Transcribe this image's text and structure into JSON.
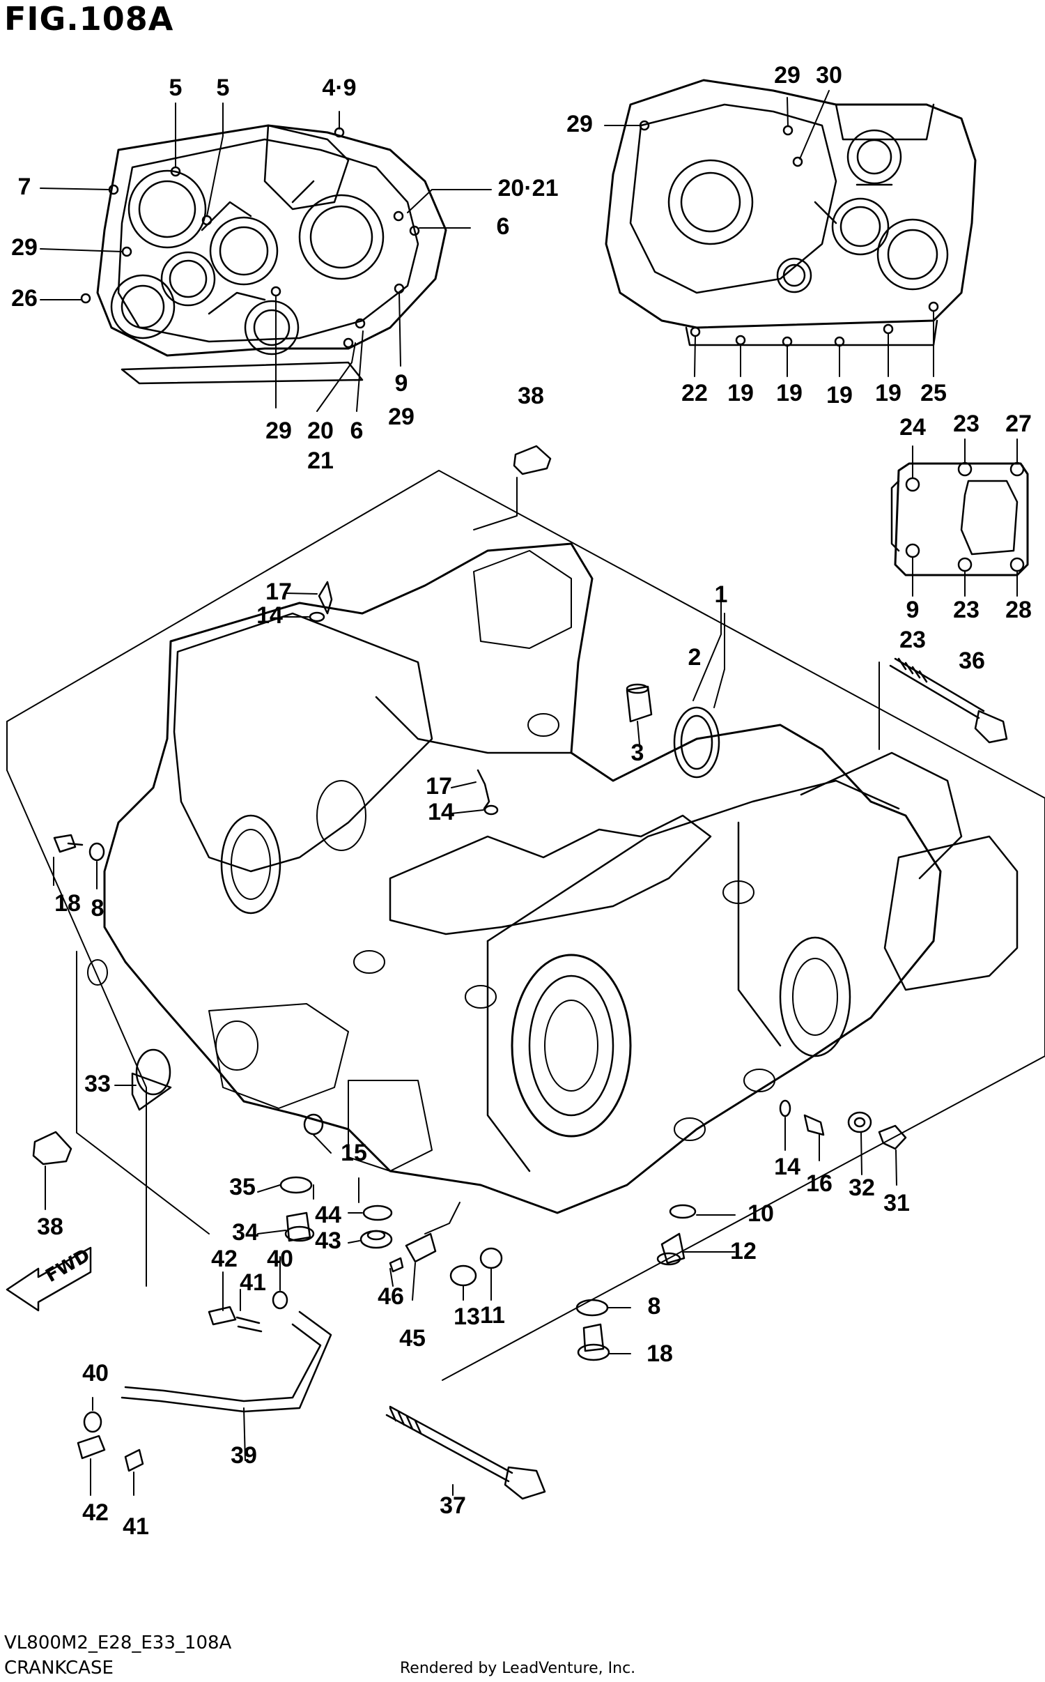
{
  "figure_title": "FIG.108A",
  "drawing_code": "VL800M2_E28_E33_108A",
  "section_name": "CRANKCASE",
  "render_credit": "Rendered by LeadVenture, Inc.",
  "fwd_label": "FWD",
  "callouts": {
    "c5a": "5",
    "c5b": "5",
    "c4_9": "4·9",
    "c7": "7",
    "c20_21a": "20·21",
    "c6a": "6",
    "c29a": "29",
    "c26": "26",
    "c9a": "9",
    "c29b": "29",
    "c29c": "29",
    "c20": "20",
    "c21": "21",
    "c6b": "6",
    "c29d": "29",
    "c29e": "29",
    "c30": "30",
    "c22": "22",
    "c19a": "19",
    "c19b": "19",
    "c19c": "19",
    "c19d": "19",
    "c25": "25",
    "c38a": "38",
    "c24": "24",
    "c23a": "23",
    "c27": "27",
    "c9b": "9",
    "c23b": "23",
    "c23c": "23",
    "c28": "28",
    "c1": "1",
    "c2": "2",
    "c3": "3",
    "c36": "36",
    "c17a": "17",
    "c14a": "14",
    "c17b": "17",
    "c14b": "14",
    "c18a": "18",
    "c8a": "8",
    "c33": "33",
    "c38b": "38",
    "c15": "15",
    "c35": "35",
    "c34": "34",
    "c44": "44",
    "c43": "43",
    "c42a": "42",
    "c41a": "41",
    "c40a": "40",
    "c46": "46",
    "c45": "45",
    "c13": "13",
    "c11": "11",
    "c40b": "40",
    "c39": "39",
    "c42b": "42",
    "c41b": "41",
    "c37": "37",
    "c14c": "14",
    "c16": "16",
    "c32": "32",
    "c31": "31",
    "c10": "10",
    "c12": "12",
    "c8b": "8",
    "c18b": "18"
  }
}
